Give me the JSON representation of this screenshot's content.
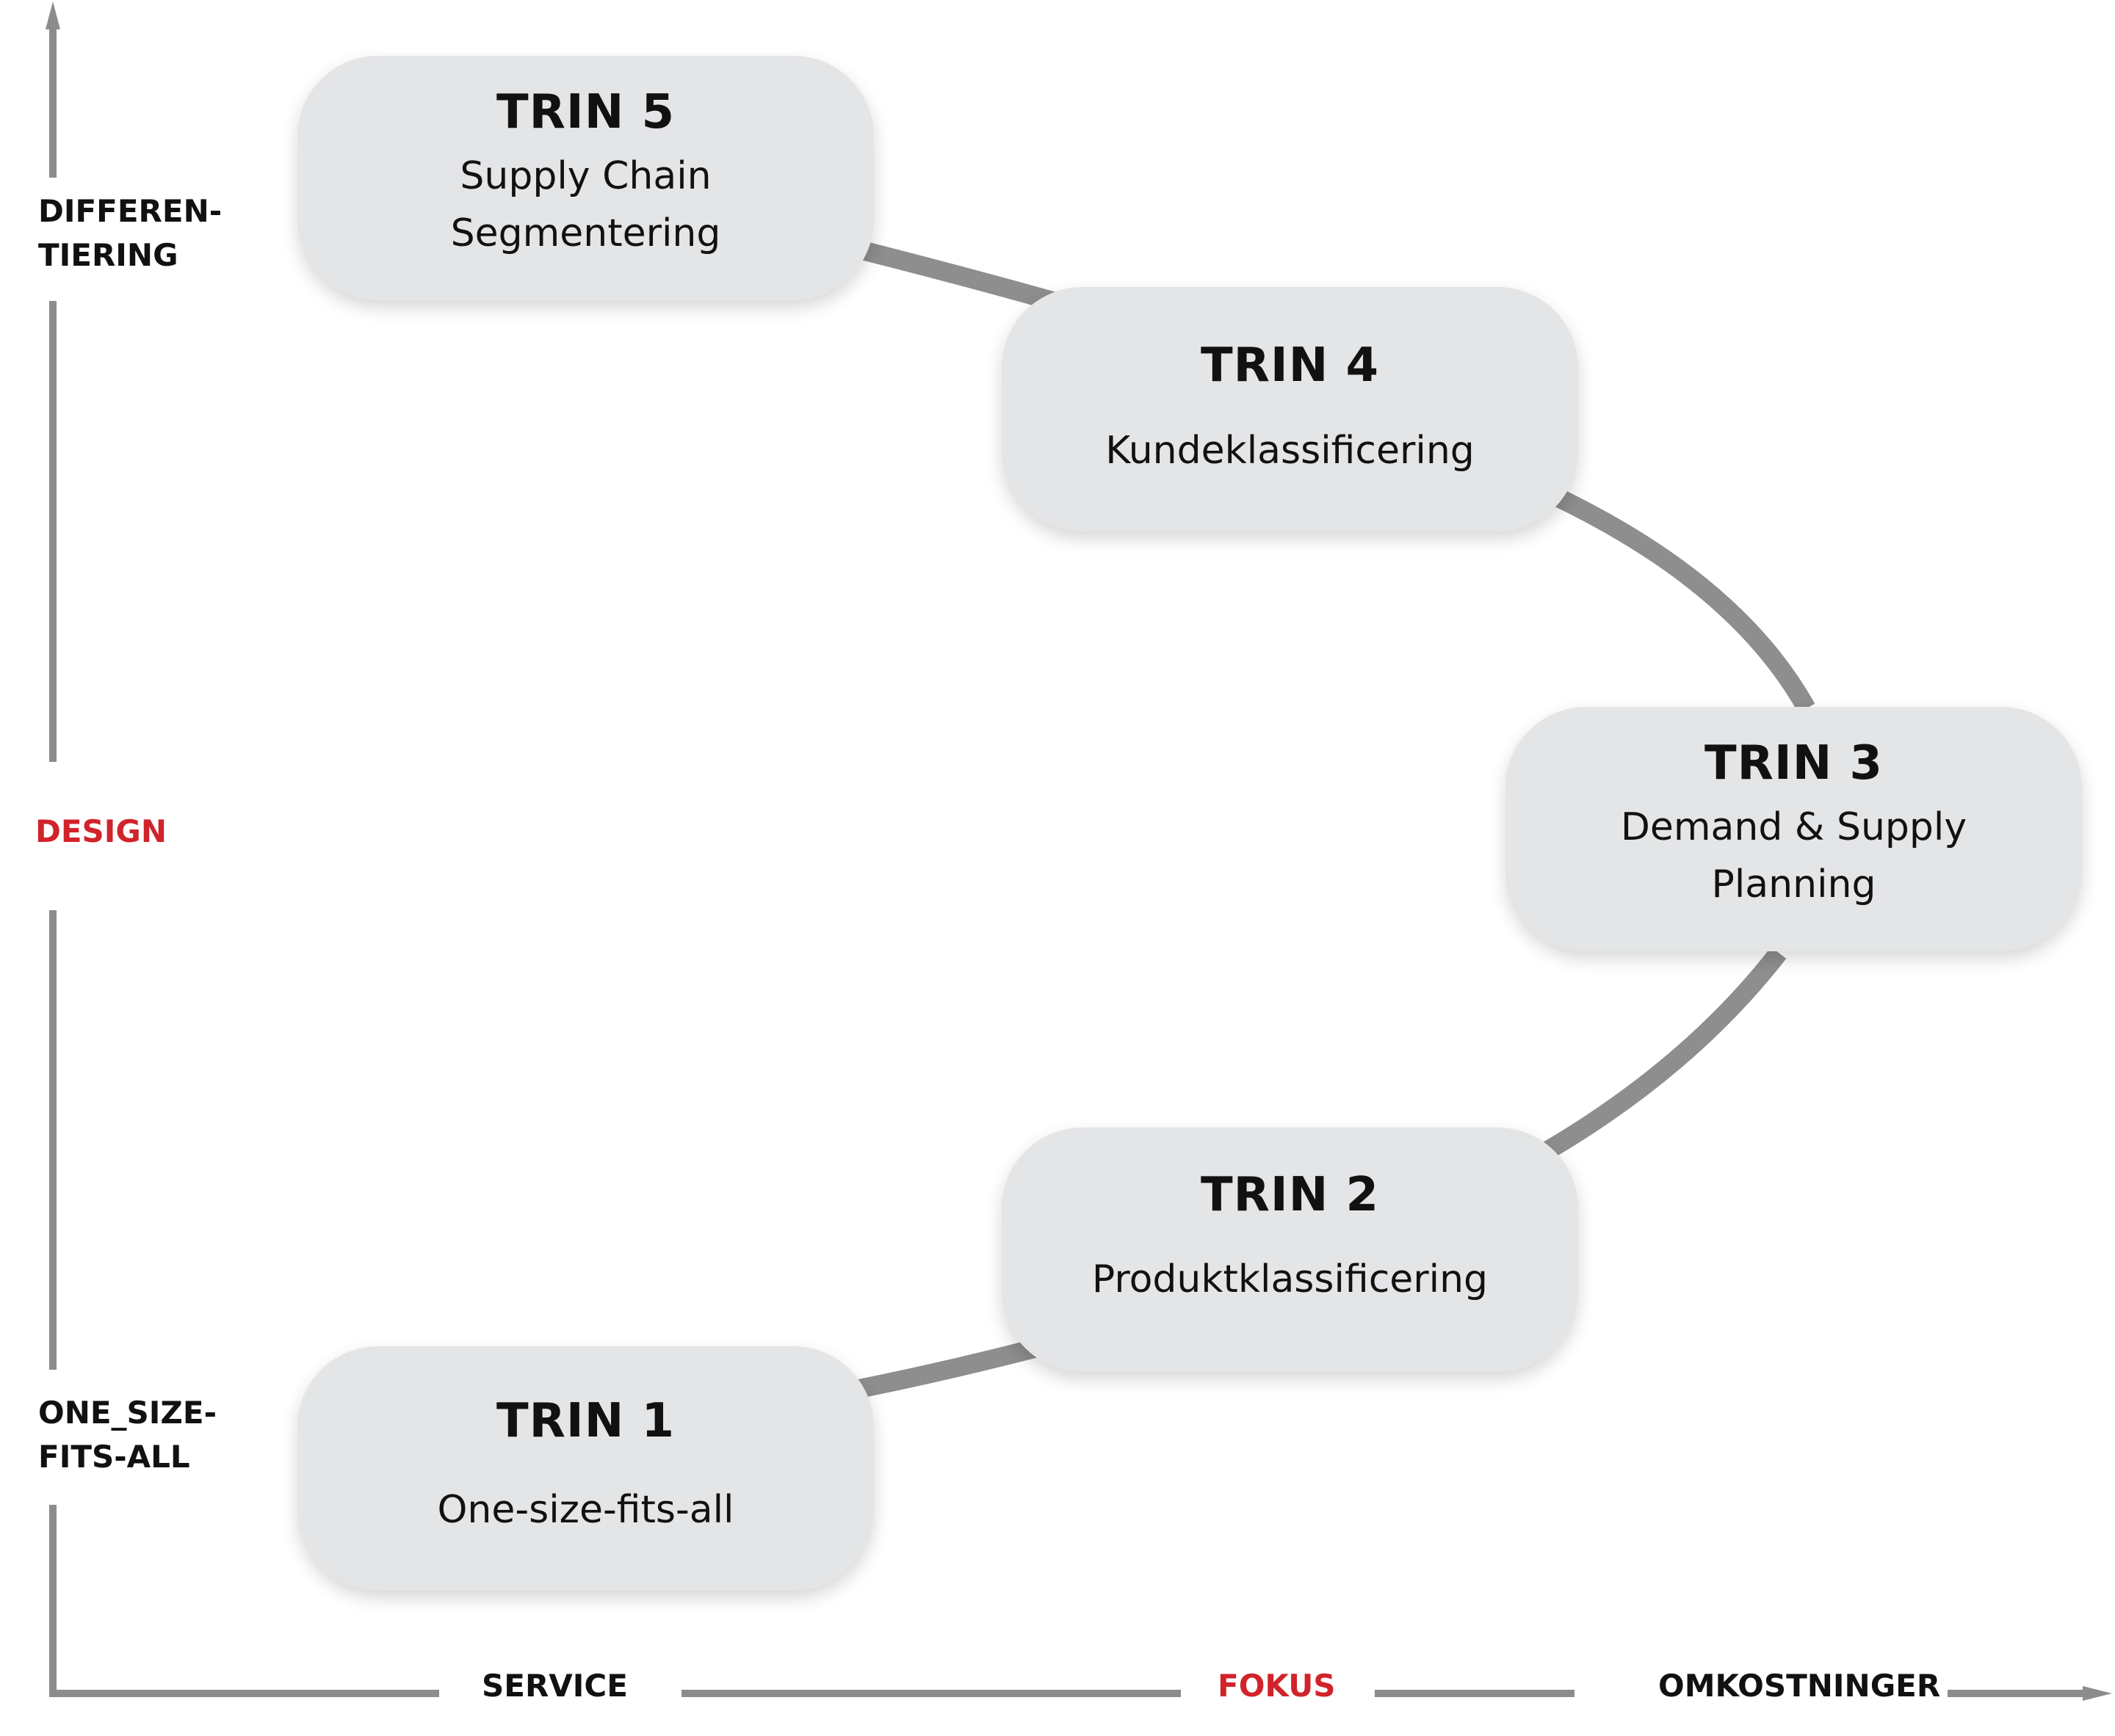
{
  "colors": {
    "axis": "#8c8c8c",
    "connector": "#8e8e8e",
    "node_fill": "#e4e5e7",
    "accent": "#d1232a",
    "text": "#111111"
  },
  "steps": [
    {
      "id": "trin5",
      "title": "TRIN 5",
      "desc": "Supply Chain\nSegmentering"
    },
    {
      "id": "trin4",
      "title": "TRIN 4",
      "desc": "Kundeklassificering"
    },
    {
      "id": "trin3",
      "title": "TRIN 3",
      "desc": "Demand & Supply\nPlanning"
    },
    {
      "id": "trin2",
      "title": "TRIN 2",
      "desc": "Produktklassificering"
    },
    {
      "id": "trin1",
      "title": "TRIN 1",
      "desc": "One-size-fits-all"
    }
  ],
  "y_axis": {
    "top_label": "DIFFEREN-\nTIERING",
    "middle_label": "DESIGN",
    "bottom_label": "ONE_SIZE-\nFITS-ALL"
  },
  "x_axis": {
    "left_label": "SERVICE",
    "middle_label": "FOKUS",
    "right_label": "OMKOSTNINGER"
  }
}
